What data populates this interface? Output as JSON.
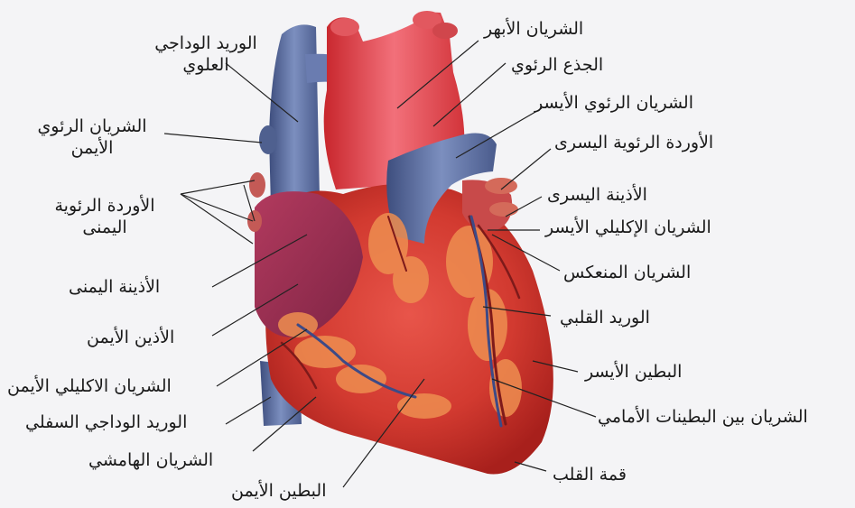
{
  "labels": {
    "svc": "الوريد الوداجي العلوي",
    "aorta": "الشريان الأبهر",
    "pulmonary_trunk": "الجذع الرئوي",
    "left_pulmonary_artery": "الشريان الرئوي الأيسر",
    "right_pulmonary_artery": "الشريان الرئوي الأيمن",
    "left_pulmonary_veins": "الأوردة الرئوية اليسرى",
    "right_pulmonary_veins": "الأوردة الرئوية اليمنى",
    "left_atrium": "الأذينة اليسرى",
    "left_coronary_artery": "الشريان الإكليلي الأيسر",
    "circumflex_artery": "الشريان المنعكس",
    "right_atrium": "الأذينة اليمنى",
    "cardiac_vein": "الوريد القلبي",
    "right_auricle": "الأذين الأيمن",
    "left_ventricle": "البطين الأيسر",
    "right_coronary_artery": "الشريان الاكليلي الأيمن",
    "anterior_interventricular_artery": "الشريان بين البطينات الأمامي",
    "ivc": "الوريد الوداجي السفلي",
    "marginal_artery": "الشريان الهامشي",
    "apex": "قمة القلب",
    "right_ventricle": "البطين الأيمن"
  }
}
